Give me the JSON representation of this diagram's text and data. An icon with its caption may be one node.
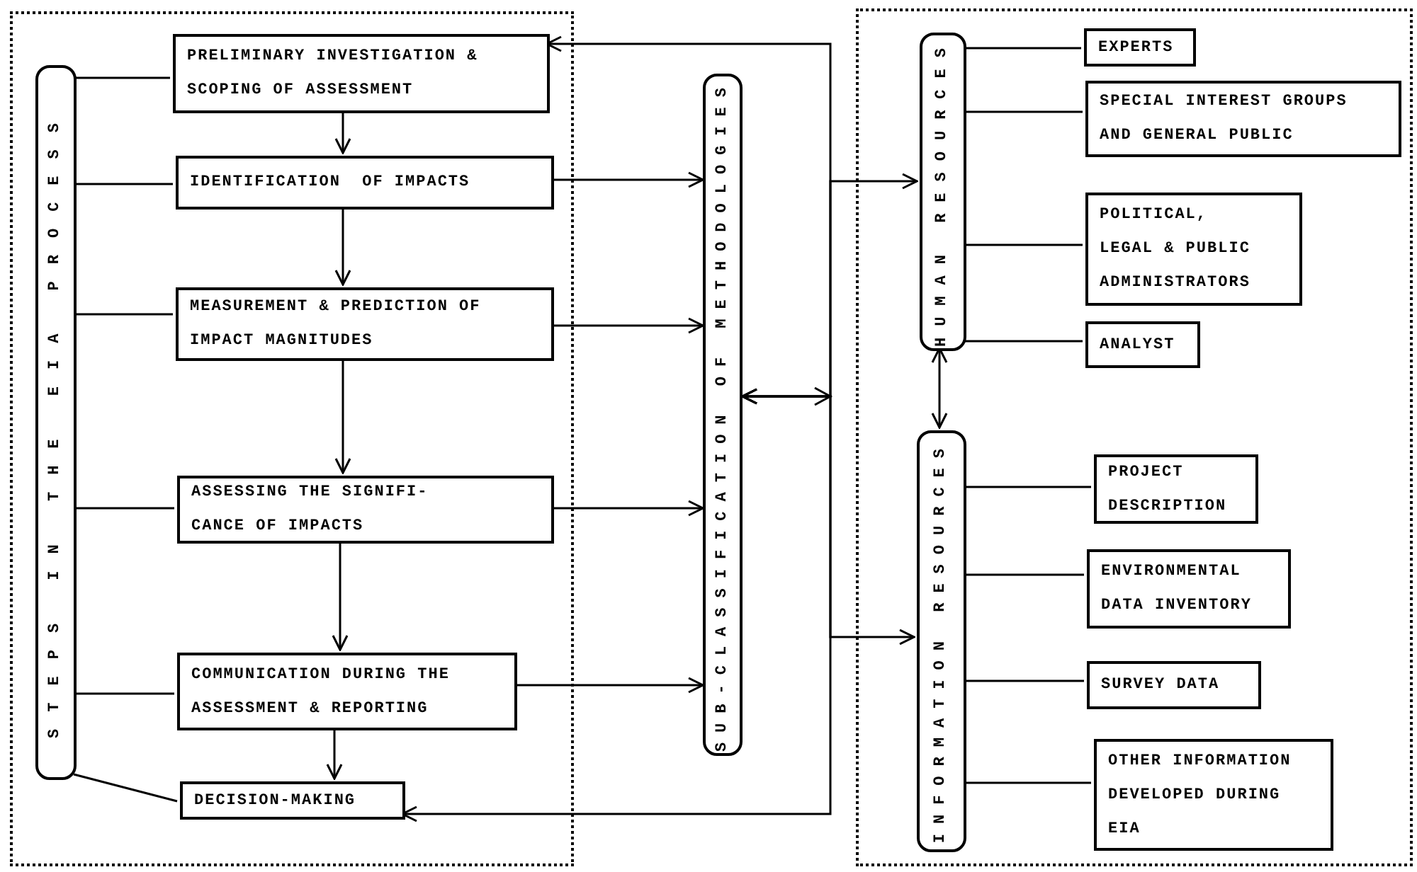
{
  "diagram": {
    "nodes": [
      {
        "text": [],
        "shape": "box"
      },
      {
        "text": [
          "STEPS IN THE EIA PROCESS"
        ],
        "in": 0
      },
      {
        "text": [
          "PRELIMINARY INVESTIGATION & SCOPING OF ASSESSMENT"
        ],
        "in": 0
      },
      {
        "text": [
          "IDENTIFICATION  OF IMPACTS"
        ],
        "in": 0
      },
      {
        "text": [
          "MEASUREMENT & PREDICTION OF IMPACT MAGNITUDES"
        ],
        "in": 0
      },
      {
        "text": [
          "ASSESSING THE SIGNIFI- CANCE OF IMPACTS"
        ],
        "in": 0
      },
      {
        "text": [
          "COMMUNICATION DURING THE ASSESSMENT & REPORTING"
        ],
        "in": 0
      },
      {
        "text": [
          "DECISION-MAKING"
        ],
        "in": 0
      },
      {
        "text": [
          "SUB-CLASSIFICATION OF METHODOLOGIES"
        ]
      },
      {
        "text": [],
        "shape": "box"
      },
      {
        "text": [
          "HUMAN RESOURCES"
        ],
        "in": 9
      },
      {
        "text": [
          "EXPERTS"
        ],
        "in": 9
      },
      {
        "text": [
          "SPECIAL INTEREST GROUPS AND GENERAL PUBLIC"
        ],
        "in": 9
      },
      {
        "text": [
          "POLITICAL, LEGAL & PUBLIC ADMINISTRATORS"
        ],
        "in": 9
      },
      {
        "text": [
          "ANALYST"
        ],
        "in": 9
      },
      {
        "text": [
          "INFORMATION RESOURCES"
        ],
        "in": 9
      },
      {
        "text": [
          "PROJECT DESCRIPTION"
        ],
        "in": 9
      },
      {
        "text": [
          "ENVIRONMENTAL DATA INVENTORY"
        ],
        "in": 9
      },
      {
        "text": [
          "SURVEY DATA"
        ],
        "in": 9
      },
      {
        "text": [
          "OTHER INFORMATION DEVELOPED DURING EIA"
        ],
        "in": 9
      }
    ],
    "edges": [
      {
        "from": 1,
        "to": 2,
        "arrow": "none"
      },
      {
        "from": 1,
        "to": 3,
        "arrow": "none"
      },
      {
        "from": 1,
        "to": 4,
        "arrow": "none"
      },
      {
        "from": 1,
        "to": 5,
        "arrow": "none"
      },
      {
        "from": 1,
        "to": 6,
        "arrow": "none"
      },
      {
        "from": 1,
        "to": 7,
        "arrow": "none"
      },
      {
        "from": 2,
        "to": 3,
        "arrow": "to"
      },
      {
        "from": 3,
        "to": 4,
        "arrow": "to"
      },
      {
        "from": 4,
        "to": 5,
        "arrow": "to"
      },
      {
        "from": 5,
        "to": 6,
        "arrow": "to"
      },
      {
        "from": 6,
        "to": 7,
        "arrow": "to"
      },
      {
        "from": 3,
        "to": 8,
        "arrow": "to"
      },
      {
        "from": 4,
        "to": 8,
        "arrow": "to"
      },
      {
        "from": 5,
        "to": 8,
        "arrow": "to"
      },
      {
        "from": 6,
        "to": 8,
        "arrow": "to"
      },
      {
        "from": 8,
        "to": 2,
        "arrow": "both"
      },
      {
        "from": 8,
        "to": 7,
        "arrow": "both"
      },
      {
        "from": 8,
        "to": 10,
        "arrow": "both"
      },
      {
        "from": 8,
        "to": 15,
        "arrow": "both"
      },
      {
        "from": 10,
        "to": 15,
        "arrow": "both"
      },
      {
        "from": 10,
        "to": 11,
        "arrow": "none"
      },
      {
        "from": 10,
        "to": 12,
        "arrow": "none"
      },
      {
        "from": 10,
        "to": 13,
        "arrow": "none"
      },
      {
        "from": 10,
        "to": 14,
        "arrow": "none"
      },
      {
        "from": 15,
        "to": 16,
        "arrow": "none"
      },
      {
        "from": 15,
        "to": 17,
        "arrow": "none"
      },
      {
        "from": 15,
        "to": 18,
        "arrow": "none"
      },
      {
        "from": 15,
        "to": 19,
        "arrow": "none"
      }
    ]
  }
}
